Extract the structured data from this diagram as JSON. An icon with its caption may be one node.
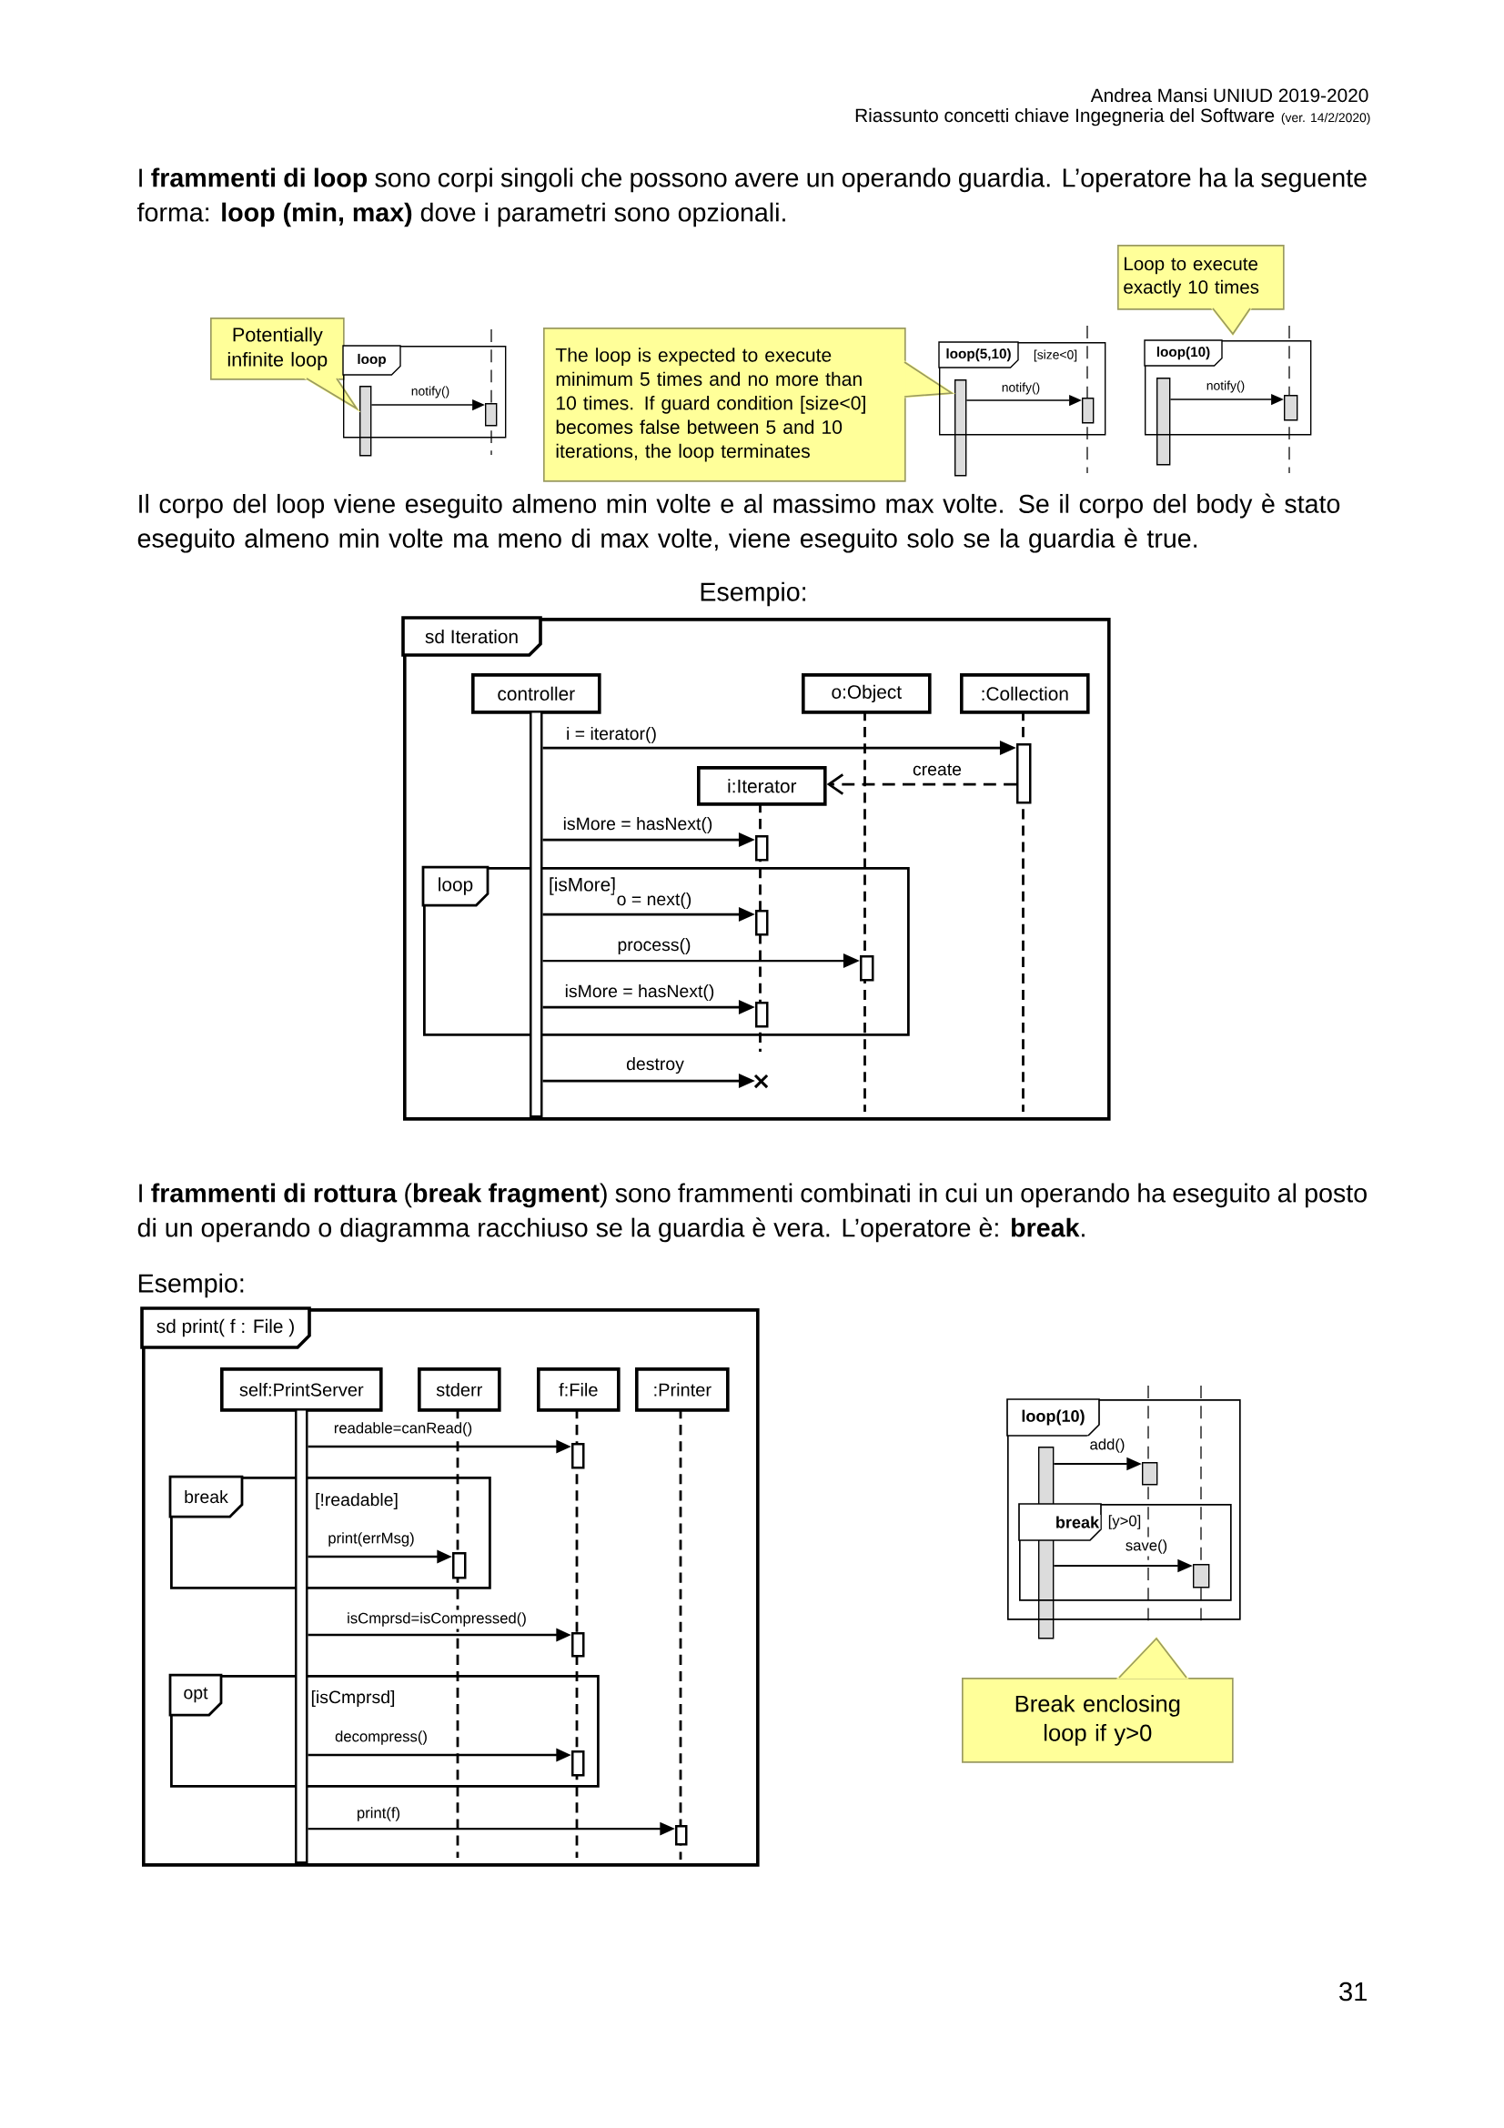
{
  "diagram": {
    "nodes": [
      {
        "text": [
          "Potentially infinite loop"
        ]
      },
      {
        "text": [
          "loop"
        ]
      },
      {
        "text": [],
        "shape": "bar"
      },
      {
        "text": [],
        "shape": "bar",
        "in": 1
      },
      {
        "text": [
          "The loop is expected to execute minimum 5 times and no more than 10 times. If guard condition [size<0] becomes false between 5 and 10 iterations, the loop terminates"
        ]
      },
      {
        "text": [
          "loop(5,10)",
          "[size<0]"
        ]
      },
      {
        "text": [],
        "shape": "bar"
      },
      {
        "text": [],
        "shape": "bar",
        "in": 5
      },
      {
        "text": [
          "Loop to execute exactly 10 times"
        ]
      },
      {
        "text": [
          "loop(10)"
        ]
      },
      {
        "text": [],
        "shape": "bar"
      },
      {
        "text": [],
        "shape": "bar",
        "in": 9
      },
      {
        "text": [
          "sd Iteration"
        ]
      },
      {
        "text": [
          "controller"
        ],
        "in": 12
      },
      {
        "text": [
          "o:Object"
        ],
        "in": 12
      },
      {
        "text": [
          ":Collection"
        ],
        "in": 12
      },
      {
        "text": [
          "i:Iterator"
        ],
        "in": 12
      },
      {
        "text": [
          "loop",
          "[isMore]"
        ],
        "in": 12
      },
      {
        "text": [],
        "shape": "bar",
        "in": 12
      },
      {
        "text": [],
        "shape": "bar",
        "in": 12
      },
      {
        "text": [],
        "shape": "bar",
        "in": 17
      },
      {
        "text": [],
        "shape": "bar",
        "in": 17
      },
      {
        "text": [],
        "shape": "bar",
        "in": 17
      },
      {
        "text": [],
        "shape": "cross",
        "in": 12
      },
      {
        "text": [
          "sd print( f : File )"
        ]
      },
      {
        "text": [
          "self:PrintServer"
        ],
        "in": 24
      },
      {
        "text": [
          "stderr"
        ],
        "in": 24
      },
      {
        "text": [
          "f:File"
        ],
        "in": 24
      },
      {
        "text": [
          ":Printer"
        ],
        "in": 24
      },
      {
        "text": [
          "break",
          "[!readable]"
        ],
        "in": 24
      },
      {
        "text": [
          "opt",
          "[isCmprsd]"
        ],
        "in": 24
      },
      {
        "text": [],
        "shape": "bar",
        "in": 24
      },
      {
        "text": [],
        "shape": "bar",
        "in": 29
      },
      {
        "text": [],
        "shape": "bar",
        "in": 24
      },
      {
        "text": [],
        "shape": "bar",
        "in": 30
      },
      {
        "text": [],
        "shape": "bar",
        "in": 24
      },
      {
        "text": [
          "loop(10)"
        ]
      },
      {
        "text": [
          "break",
          "[y>0]"
        ],
        "in": 36
      },
      {
        "text": [],
        "shape": "bar"
      },
      {
        "text": [],
        "shape": "bar",
        "in": 36
      },
      {
        "text": [],
        "shape": "bar",
        "in": 37
      },
      {
        "text": [
          "Break enclosing loop if y>0"
        ]
      },
      {
        "text": [],
        "shape": "bar",
        "in": 12
      },
      {
        "text": [],
        "shape": "bar",
        "in": 24
      }
    ],
    "edges": [
      {
        "from": 2,
        "to": 3,
        "arrow": "to",
        "label": "notify()"
      },
      {
        "from": 6,
        "to": 7,
        "arrow": "to",
        "label": "notify()"
      },
      {
        "from": 10,
        "to": 11,
        "arrow": "to",
        "label": "notify()"
      },
      {
        "from": 42,
        "to": 18,
        "arrow": "to",
        "label": "i = iterator()"
      },
      {
        "from": 18,
        "to": 16,
        "arrow": "to",
        "label": "create",
        "style": "dashed"
      },
      {
        "from": 42,
        "to": 19,
        "arrow": "to",
        "label": "isMore = hasNext()"
      },
      {
        "from": 42,
        "to": 20,
        "arrow": "to",
        "label": "o = next()"
      },
      {
        "from": 42,
        "to": 21,
        "arrow": "to",
        "label": "process()"
      },
      {
        "from": 42,
        "to": 22,
        "arrow": "to",
        "label": "isMore = hasNext()"
      },
      {
        "from": 42,
        "to": 23,
        "arrow": "to",
        "label": "destroy"
      },
      {
        "from": 43,
        "to": 31,
        "arrow": "to",
        "label": "readable=canRead()"
      },
      {
        "from": 43,
        "to": 32,
        "arrow": "to",
        "label": "print(errMsg)"
      },
      {
        "from": 43,
        "to": 33,
        "arrow": "to",
        "label": "isCmprsd=isCompressed()"
      },
      {
        "from": 43,
        "to": 34,
        "arrow": "to",
        "label": "decompress()"
      },
      {
        "from": 43,
        "to": 35,
        "arrow": "to",
        "label": "print(f)"
      },
      {
        "from": 38,
        "to": 39,
        "arrow": "to",
        "label": "add()"
      },
      {
        "from": 38,
        "to": 40,
        "arrow": "to",
        "label": "save()"
      }
    ],
    "labels": [
      "Andrea Mansi UNIUD 2019-2020",
      "Riassunto concetti chiave Ingegneria del Software",
      "(ver. 14/2/2020)",
      "I **frammenti di loop** sono corpi singoli che possono avere un operando guardia. L’operatore ha la seguente forma: **loop (min, max)** dove i parametri sono opzionali.",
      "Il corpo del loop viene eseguito almeno min volte e al massimo max volte. Se il corpo del body è stato eseguito almeno min volte ma meno di max volte, viene eseguito solo se la guardia è true.",
      "Esempio:",
      "I **frammenti di rottura** (**break fragment**) sono frammenti combinati in cui un operando ha eseguito al posto di un operando o diagramma racchiuso se la guardia è vera. L’operatore è: **break**.",
      "Esempio:",
      "31"
    ]
  }
}
